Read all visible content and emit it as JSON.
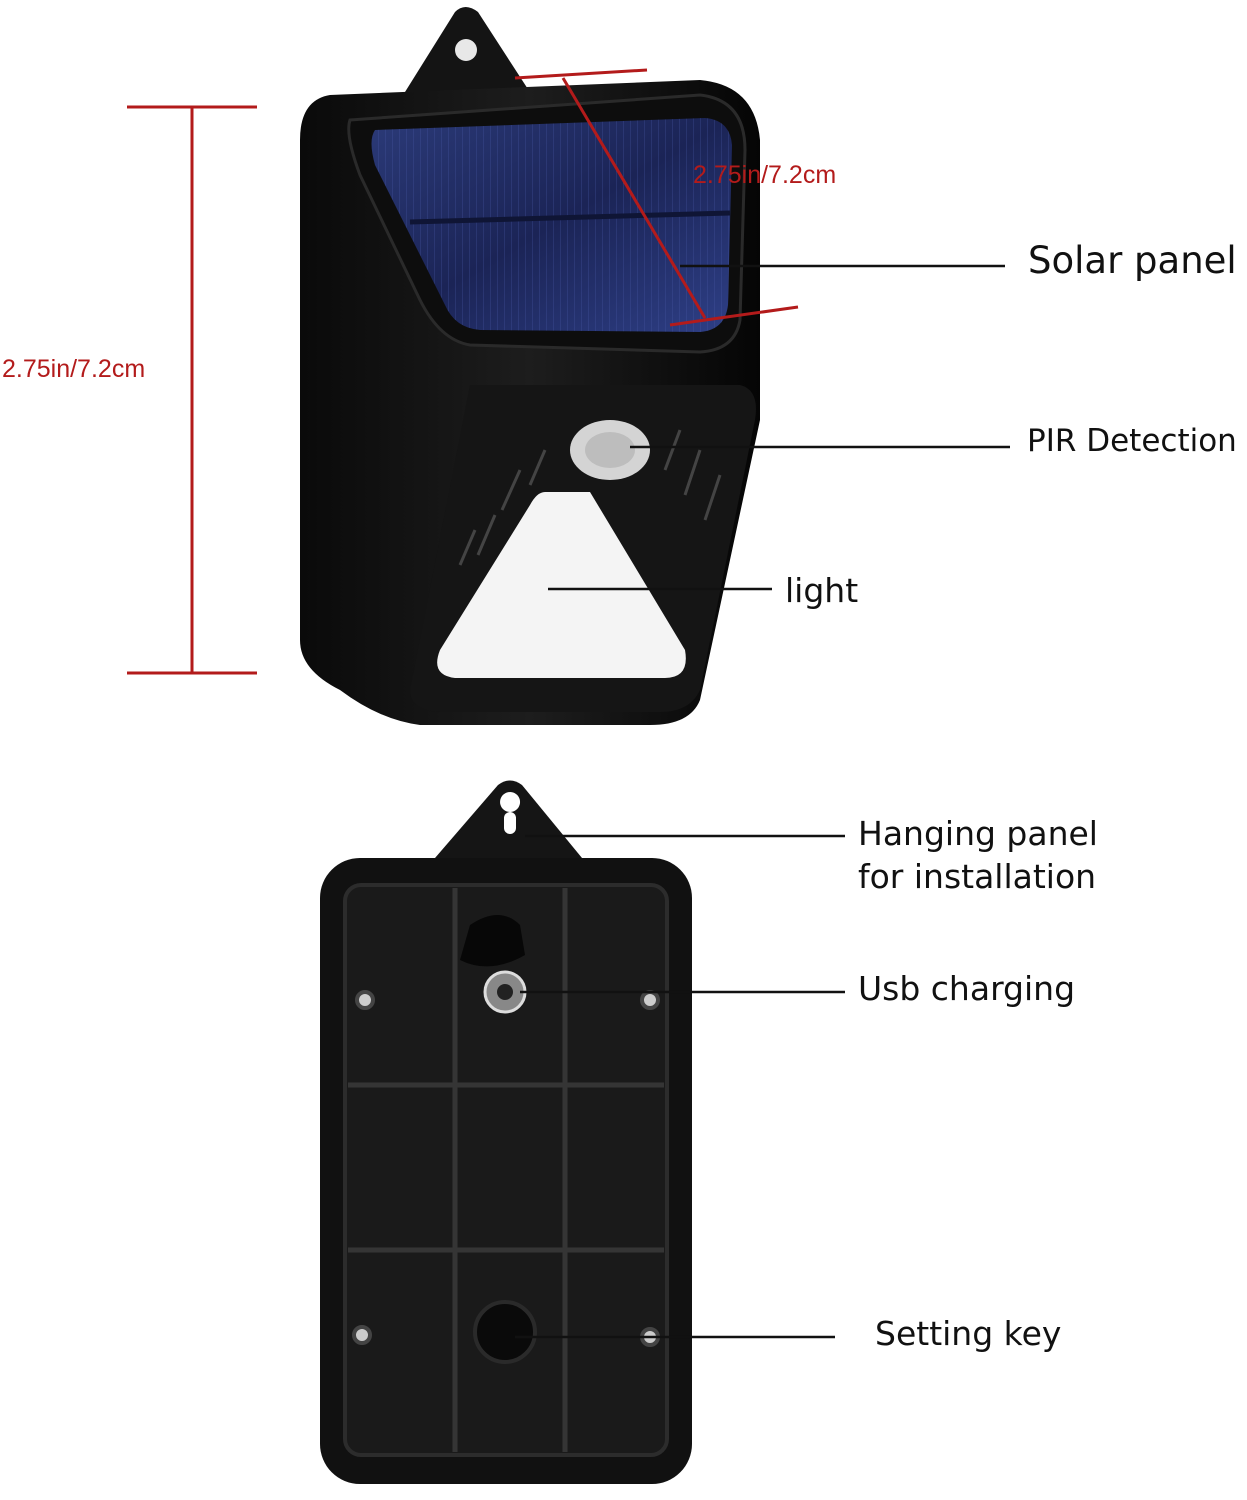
{
  "dimensions": {
    "height_label": "2.75in/7.2cm",
    "width_label": "2.75in/7.2cm",
    "color": "#b31b1b"
  },
  "front_callouts": {
    "solar_panel": "Solar panel",
    "pir_detection": "PIR Detection",
    "light": "light"
  },
  "back_callouts": {
    "hanging_panel_line1": "Hanging panel",
    "hanging_panel_line2": "for installation",
    "usb_charging": "Usb charging",
    "setting_key": "Setting key"
  }
}
